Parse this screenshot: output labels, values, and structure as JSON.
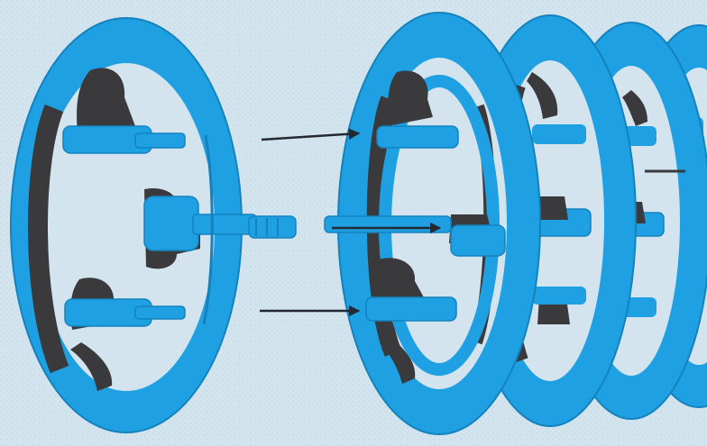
{
  "colors": {
    "background": "#d3e4ee",
    "background_stipple": "#c2d8e6",
    "ring_blue": "#1ea0e2",
    "ring_blue_dark": "#1586c4",
    "slot_dark": "#3a3a3c",
    "arrow": "#252830"
  },
  "diagram": {
    "single_ring_count": 1,
    "stacked_ring_count": 4,
    "arrow_count": 3,
    "arrow_direction": "right"
  }
}
